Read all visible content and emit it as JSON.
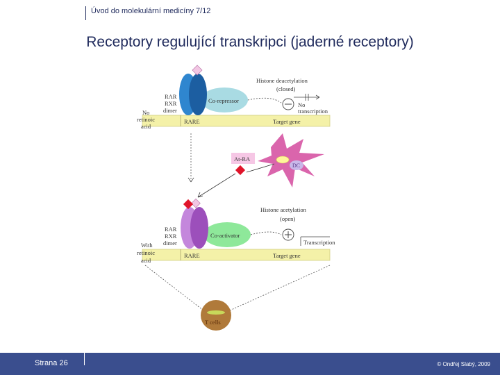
{
  "header": {
    "course_title": "Úvod do molekulární medicíny 7/12"
  },
  "slide": {
    "title": "Receptory regulující transkripci (jaderné receptory)"
  },
  "diagram": {
    "top_panel": {
      "receptor_labels": [
        "RAR",
        "RXR",
        "dimer"
      ],
      "condition_label": [
        "No",
        "retinoic",
        "acid"
      ],
      "coregulator": "Co-repressor",
      "histone_label": [
        "Histone deacetylation",
        "(closed)"
      ],
      "result_label": [
        "No",
        "transcription"
      ],
      "element": "RARE",
      "gene": "Target gene"
    },
    "middle": {
      "ligand": "At-RA",
      "cell_label": "DC"
    },
    "bottom_panel": {
      "receptor_labels": [
        "RAR",
        "RXR",
        "dimer"
      ],
      "condition_label": [
        "With",
        "retinoic",
        "acid"
      ],
      "coregulator": "Co-activator",
      "histone_label": [
        "Histone acetylation",
        "(open)"
      ],
      "result_label": "Transcription",
      "element": "RARE",
      "gene": "Target gene"
    },
    "cell_bottom": "T cells",
    "colors": {
      "dna_bar": "#f4f1a8",
      "receptor_top": "#1f6fb8",
      "receptor_bottom": "#b06ac8",
      "corepressor": "#a9dbe3",
      "coactivator": "#8ee89a",
      "ligand": "#e0142a",
      "dendritic_cell": "#d44a9e",
      "footer": "#3a4e8e"
    }
  },
  "footer": {
    "page_label": "Strana 26",
    "copyright": "© Ondřej Slabý, 2009"
  }
}
